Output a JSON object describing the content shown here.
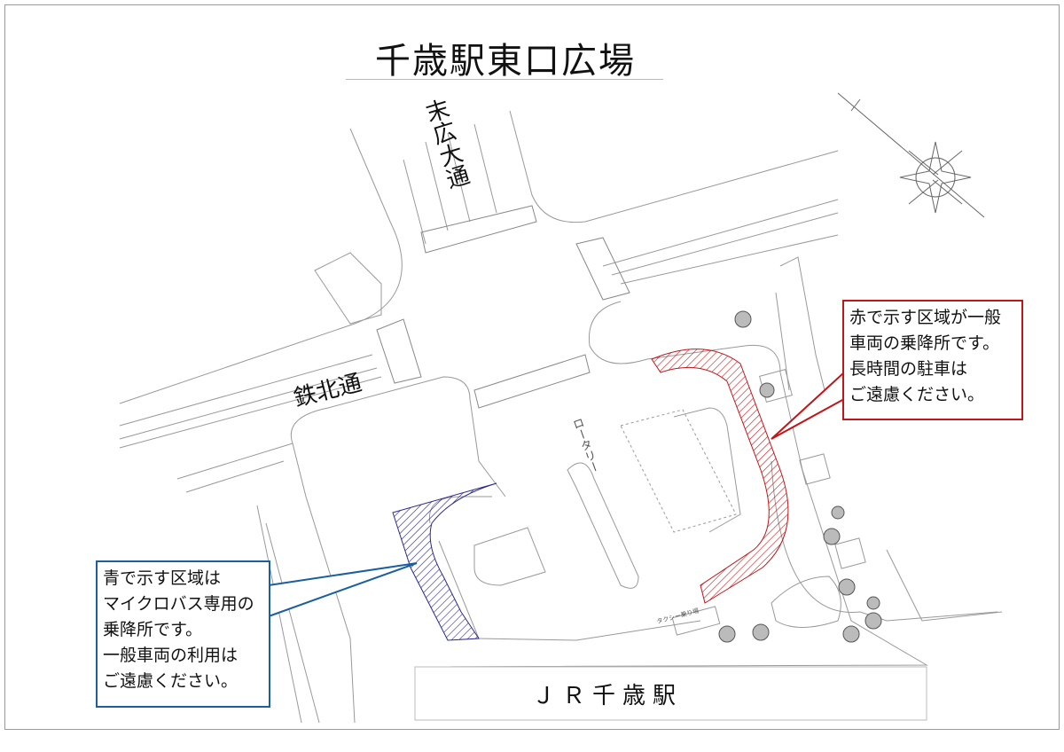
{
  "title": "千歳駅東口広場",
  "streets": {
    "vertical": "末広大通",
    "horizontal": "鉄北通"
  },
  "station": "ＪＲ千歳駅",
  "map_labels": {
    "rotary": "ロータリー",
    "taxi": "タクシー乗り場"
  },
  "callouts": {
    "red": {
      "lines": [
        "赤で示す区域が一般",
        "車両の乗降所です。",
        "長時間の駐車は",
        "ご遠慮ください。"
      ],
      "color": "#c0161a"
    },
    "blue": {
      "lines": [
        "青で示す区域は",
        "マイクロバス専用の",
        "乗降所です。",
        "一般車両の利用は",
        "ご遠慮ください。"
      ],
      "color": "#1a5f9e"
    }
  },
  "icons": [
    "compass-icon",
    "tree-icon"
  ]
}
